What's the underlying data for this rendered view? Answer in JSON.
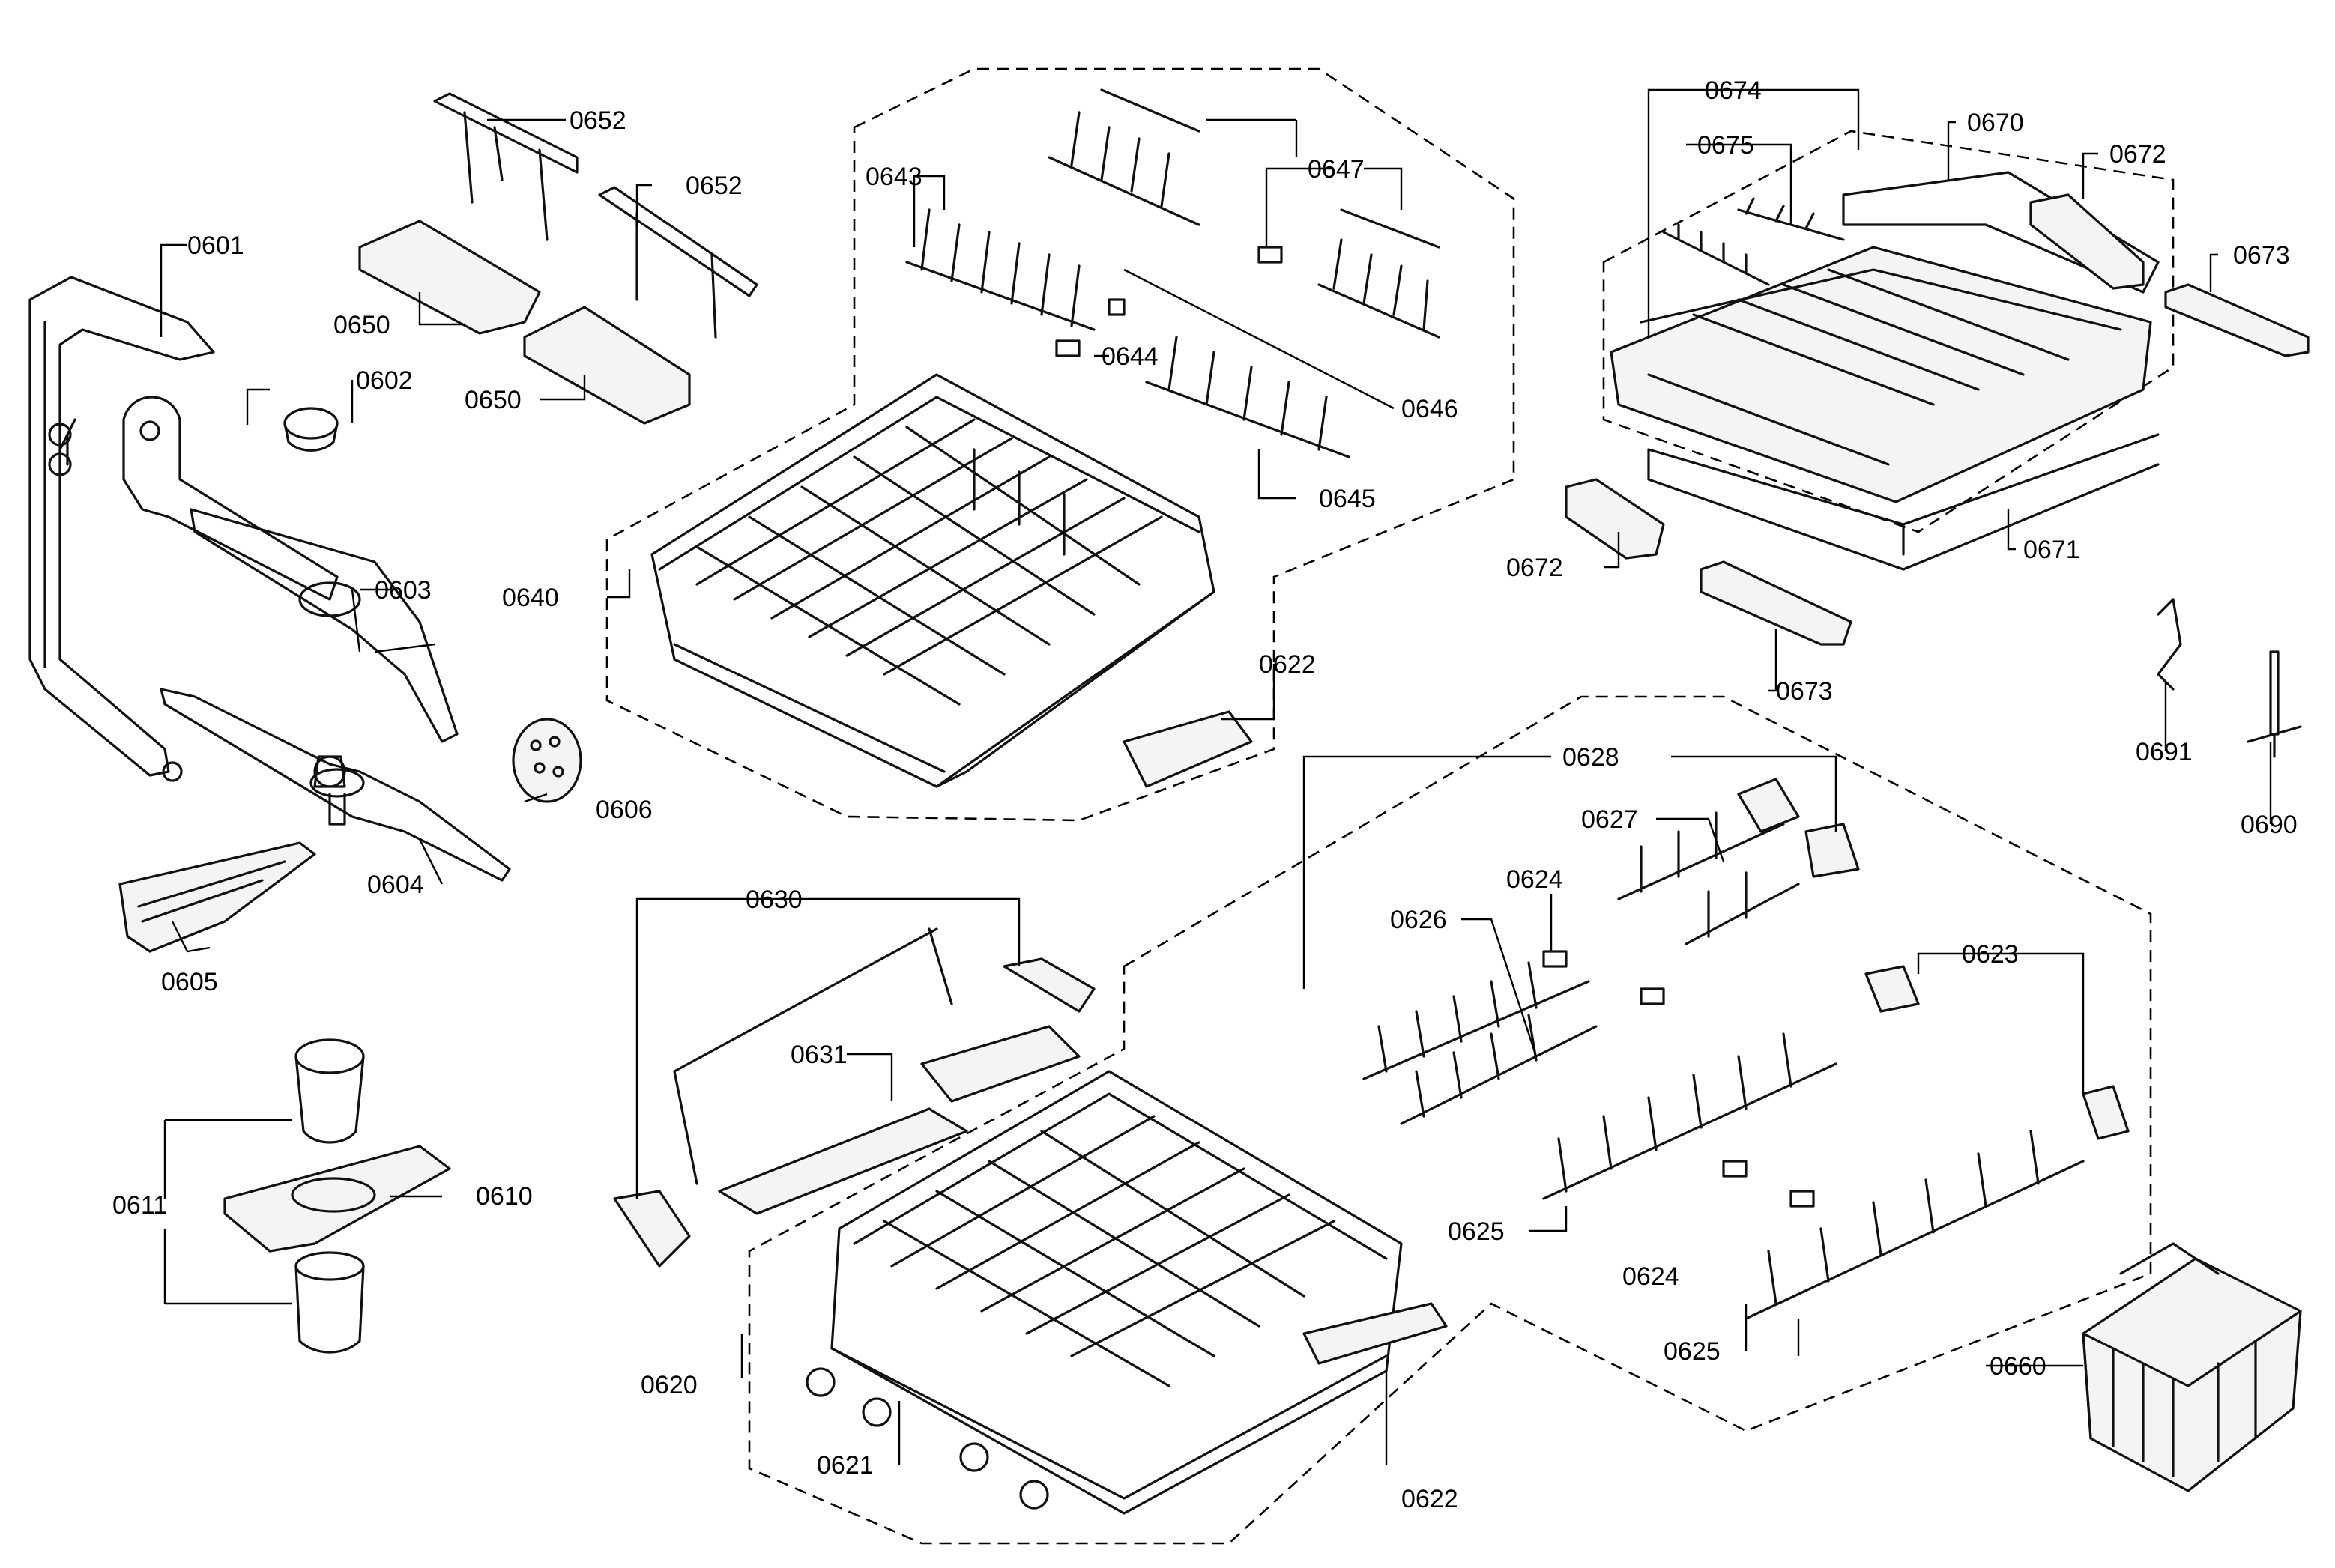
{
  "labels": {
    "p0601": "0601",
    "p0602": "0602",
    "p0603": "0603",
    "p0604": "0604",
    "p0605": "0605",
    "p0606": "0606",
    "p0610": "0610",
    "p0611": "0611",
    "p0620": "0620",
    "p0621": "0621",
    "p0622a": "0622",
    "p0622b": "0622",
    "p0623": "0623",
    "p0624a": "0624",
    "p0624b": "0624",
    "p0625a": "0625",
    "p0625b": "0625",
    "p0626": "0626",
    "p0627": "0627",
    "p0628": "0628",
    "p0630": "0630",
    "p0631": "0631",
    "p0640": "0640",
    "p0643": "0643",
    "p0644": "0644",
    "p0645": "0645",
    "p0646": "0646",
    "p0647": "0647",
    "p0650a": "0650",
    "p0650b": "0650",
    "p0652a": "0652",
    "p0652b": "0652",
    "p0660": "0660",
    "p0670": "0670",
    "p0671": "0671",
    "p0672a": "0672",
    "p0672b": "0672",
    "p0673a": "0673",
    "p0673b": "0673",
    "p0674": "0674",
    "p0675": "0675",
    "p0690": "0690",
    "p0691": "0691"
  }
}
